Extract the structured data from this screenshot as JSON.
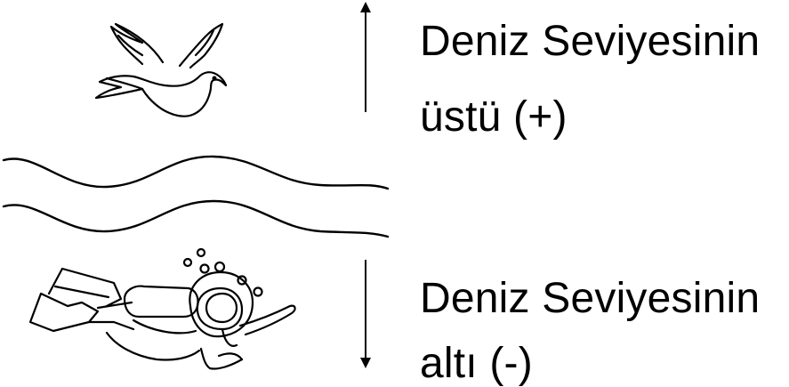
{
  "labels": {
    "above_line1": "Deniz Seviyesinin",
    "above_line2": "üstü (+)",
    "below_line1": "Deniz Seviyesinin",
    "below_line2": "altı (-)"
  },
  "icons": {
    "bird": "dove-icon",
    "waves": "sea-waves-icon",
    "diver": "scuba-diver-icon",
    "up_arrow": "arrow-up-icon",
    "down_arrow": "arrow-down-icon"
  },
  "colors": {
    "ink": "#000000",
    "background": "#ffffff"
  }
}
